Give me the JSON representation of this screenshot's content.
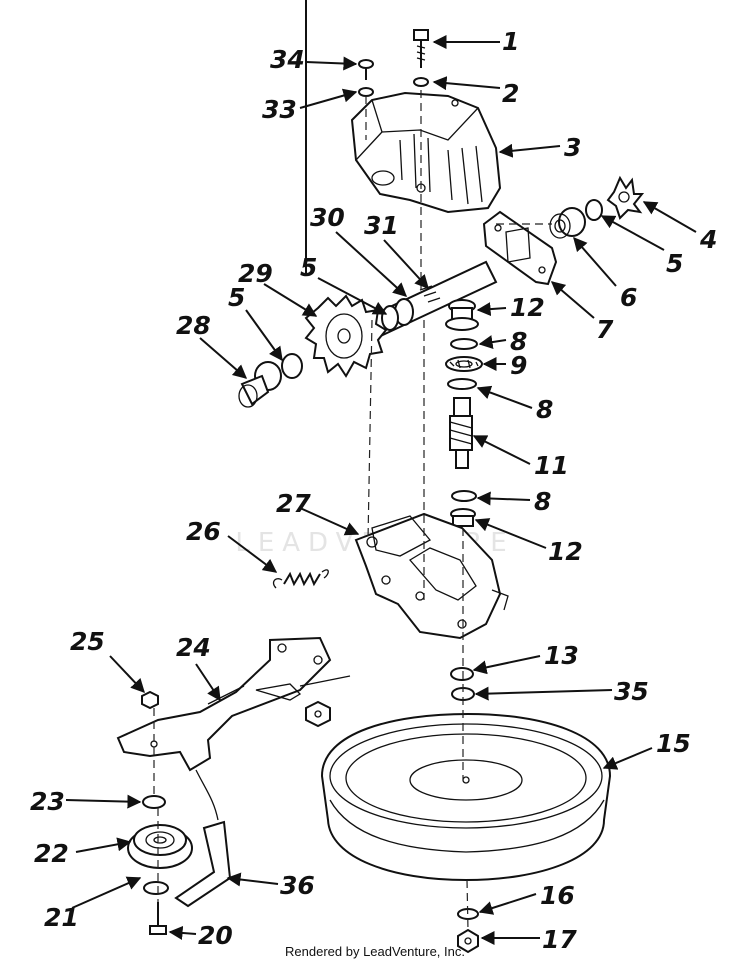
{
  "credit": "Rendered by LeadVenture, Inc.",
  "watermark": "LEADVENTURE",
  "colors": {
    "ink": "#111111",
    "paper": "#ffffff",
    "watermark": "#e4e4e4"
  },
  "callouts": [
    {
      "id": "c1",
      "label": "1"
    },
    {
      "id": "c2",
      "label": "2"
    },
    {
      "id": "c3",
      "label": "3"
    },
    {
      "id": "c4",
      "label": "4"
    },
    {
      "id": "c5a",
      "label": "5"
    },
    {
      "id": "c6",
      "label": "6"
    },
    {
      "id": "c7",
      "label": "7"
    },
    {
      "id": "c5b",
      "label": "5"
    },
    {
      "id": "c5c",
      "label": "5"
    },
    {
      "id": "c8a",
      "label": "8"
    },
    {
      "id": "c8b",
      "label": "8"
    },
    {
      "id": "c8c",
      "label": "8"
    },
    {
      "id": "c9",
      "label": "9"
    },
    {
      "id": "c11",
      "label": "11"
    },
    {
      "id": "c12a",
      "label": "12"
    },
    {
      "id": "c12b",
      "label": "12"
    },
    {
      "id": "c13",
      "label": "13"
    },
    {
      "id": "c15",
      "label": "15"
    },
    {
      "id": "c16",
      "label": "16"
    },
    {
      "id": "c17",
      "label": "17"
    },
    {
      "id": "c20",
      "label": "20"
    },
    {
      "id": "c21",
      "label": "21"
    },
    {
      "id": "c22",
      "label": "22"
    },
    {
      "id": "c23",
      "label": "23"
    },
    {
      "id": "c24",
      "label": "24"
    },
    {
      "id": "c25",
      "label": "25"
    },
    {
      "id": "c26",
      "label": "26"
    },
    {
      "id": "c27",
      "label": "27"
    },
    {
      "id": "c28",
      "label": "28"
    },
    {
      "id": "c29",
      "label": "29"
    },
    {
      "id": "c30",
      "label": "30"
    },
    {
      "id": "c31",
      "label": "31"
    },
    {
      "id": "c33",
      "label": "33"
    },
    {
      "id": "c34",
      "label": "34"
    },
    {
      "id": "c35",
      "label": "35"
    },
    {
      "id": "c36",
      "label": "36"
    }
  ]
}
